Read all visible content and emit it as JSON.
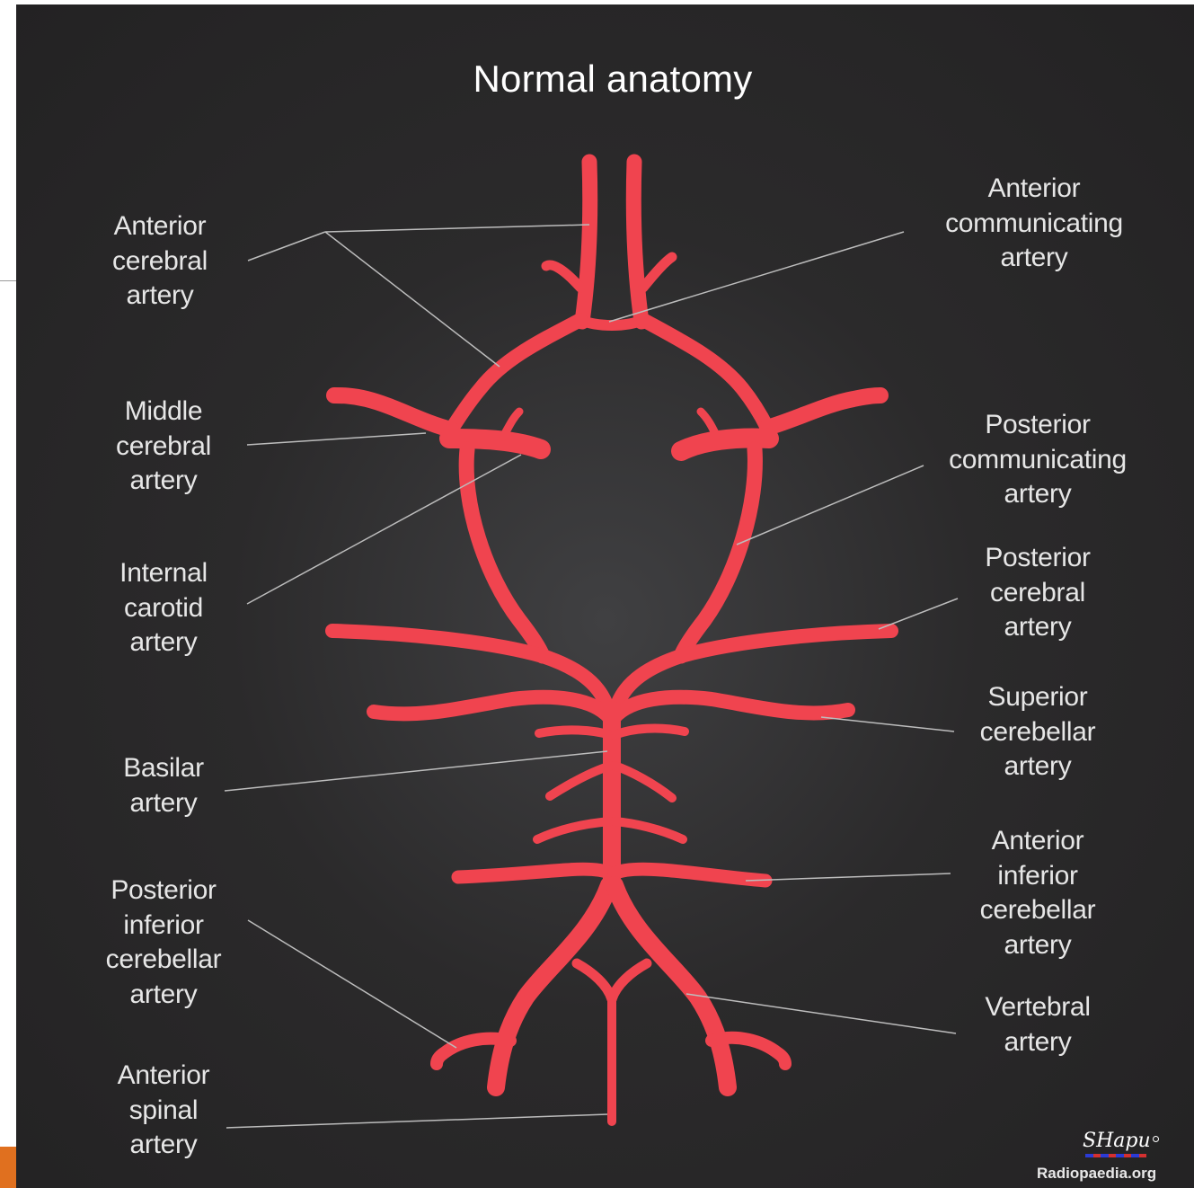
{
  "diagram": {
    "title": "Normal anatomy",
    "labels": {
      "aca": "Anterior\ncerebral\nartery",
      "mca": "Middle\ncerebral\nartery",
      "ica": "Internal\ncarotid\nartery",
      "basilar": "Basilar\nartery",
      "pica": "Posterior\ninferior\ncerebellar\nartery",
      "asa": "Anterior\nspinal\nartery",
      "acom": "Anterior\ncommunicating\nartery",
      "pcom": "Posterior\ncommunicating\nartery",
      "pca": "Posterior\ncerebral\nartery",
      "sca": "Superior\ncerebellar\nartery",
      "aica": "Anterior\ninferior\ncerebellar\nartery",
      "vertebral": "Vertebral\nartery"
    },
    "colors": {
      "background": "#2b2a2b",
      "artery": "#f0444f",
      "leader_line": "#bdbdbd",
      "text": "#e6e6e6"
    }
  },
  "watermark": {
    "signature": "SHapu",
    "site": "Radiopaedia.org"
  }
}
